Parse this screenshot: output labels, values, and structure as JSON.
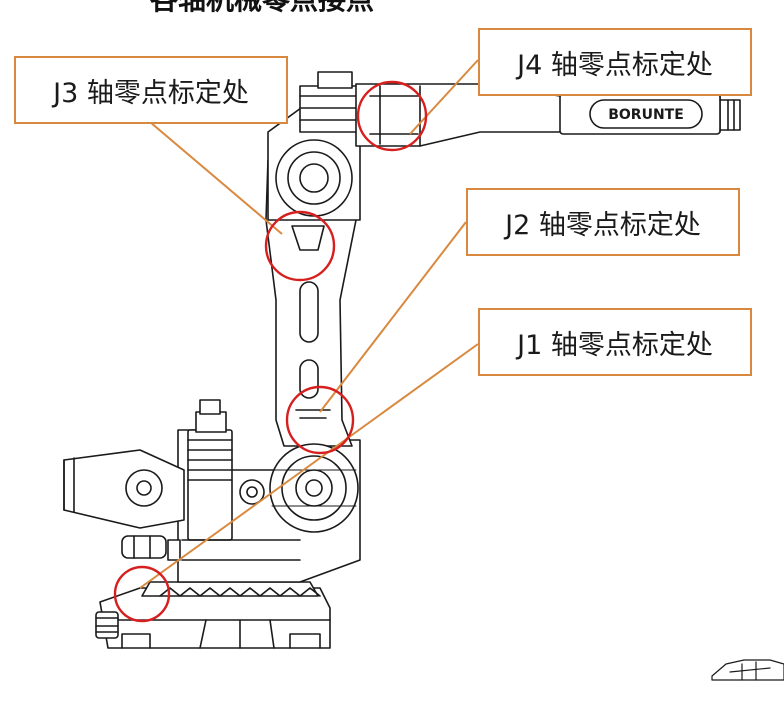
{
  "title": "各轴机械零点接点",
  "brand_label": "BORUNTE",
  "callouts": {
    "j4": "J4 轴零点标定处",
    "j3": "J3 轴零点标定处",
    "j2": "J2 轴零点标定处",
    "j1": "J1 轴零点标定处"
  },
  "colors": {
    "callout_border": "#d9893f",
    "leader_line": "#d9893f",
    "marker_circle": "#d61f1f",
    "drawing_line": "#1a1a1a"
  }
}
